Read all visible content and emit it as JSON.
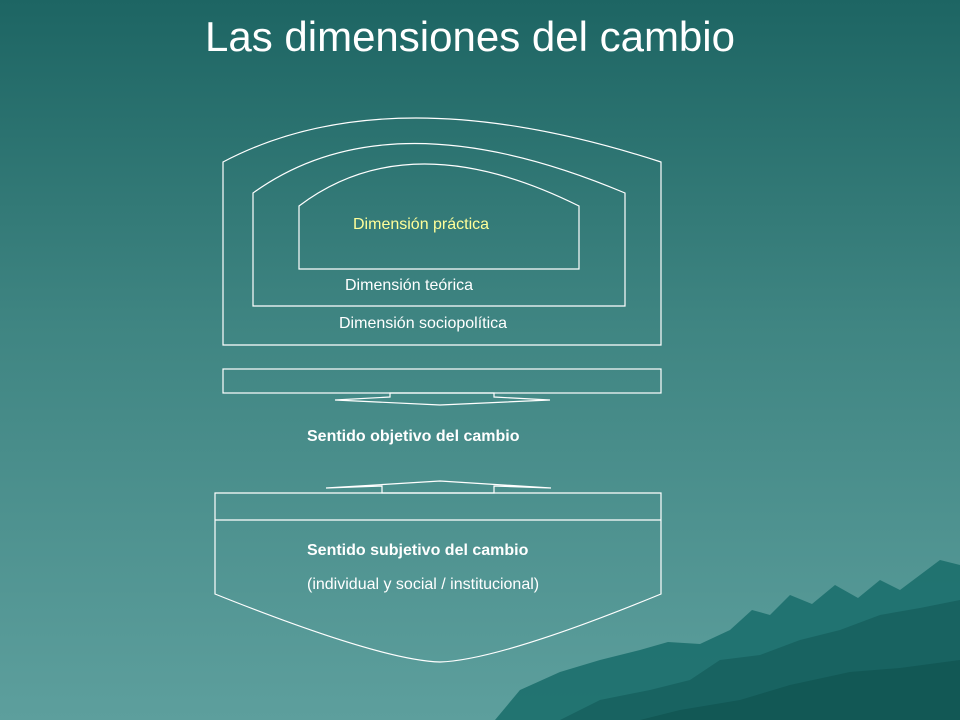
{
  "title": "Las dimensiones del cambio",
  "labels": {
    "practica": "Dimensión práctica",
    "teorica": "Dimensión teórica",
    "sociopolitica": "Dimensión sociopolítica",
    "objetivo": "Sentido objetivo del cambio",
    "subjetivo": "Sentido subjetivo del cambio",
    "subjetivo_detalle": "(individual y social / institucional)"
  },
  "colors": {
    "background_top": "#1d6563",
    "background_bottom": "#5d9f9d",
    "outline": "#ffffff",
    "highlight_text": "#ffff99",
    "mountain": "#1c6f6d"
  }
}
